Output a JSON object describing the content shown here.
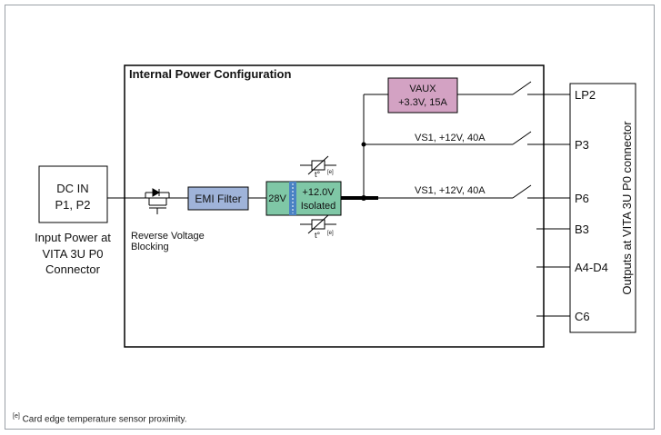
{
  "internal_title": "Internal Power Configuration",
  "input": {
    "box_line1": "DC IN",
    "box_line2": "P1, P2",
    "caption_line1": "Input Power at",
    "caption_line2": "VITA 3U P0",
    "caption_line3": "Connector"
  },
  "reverse_voltage": {
    "line1": "Reverse Voltage",
    "line2": "Blocking"
  },
  "emi_filter": "EMI Filter",
  "converter": {
    "input_v": "28V",
    "output_line1": "+12.0V",
    "output_line2": "Isolated"
  },
  "thermistor_symbol": "t°",
  "thermistor_note": "[e]",
  "vaux": {
    "line1": "VAUX",
    "line2": "+3.3V, 15A"
  },
  "rails": [
    {
      "label": "VS1, +12V, 40A"
    },
    {
      "label": "VS1, +12V, 40A"
    }
  ],
  "outputs": {
    "title": "Outputs at VITA 3U P0 connector",
    "pins": [
      "LP2",
      "P3",
      "P6",
      "B3",
      "A4-D4",
      "C6"
    ]
  },
  "footnote": {
    "marker": "[e]",
    "text": " Card edge temperature sensor proximity."
  },
  "colors": {
    "emi_fill": "#9fb3d9",
    "converter_fill": "#7fc7a6",
    "vaux_fill": "#d3a2c3",
    "stripe": "#4a82c3"
  }
}
